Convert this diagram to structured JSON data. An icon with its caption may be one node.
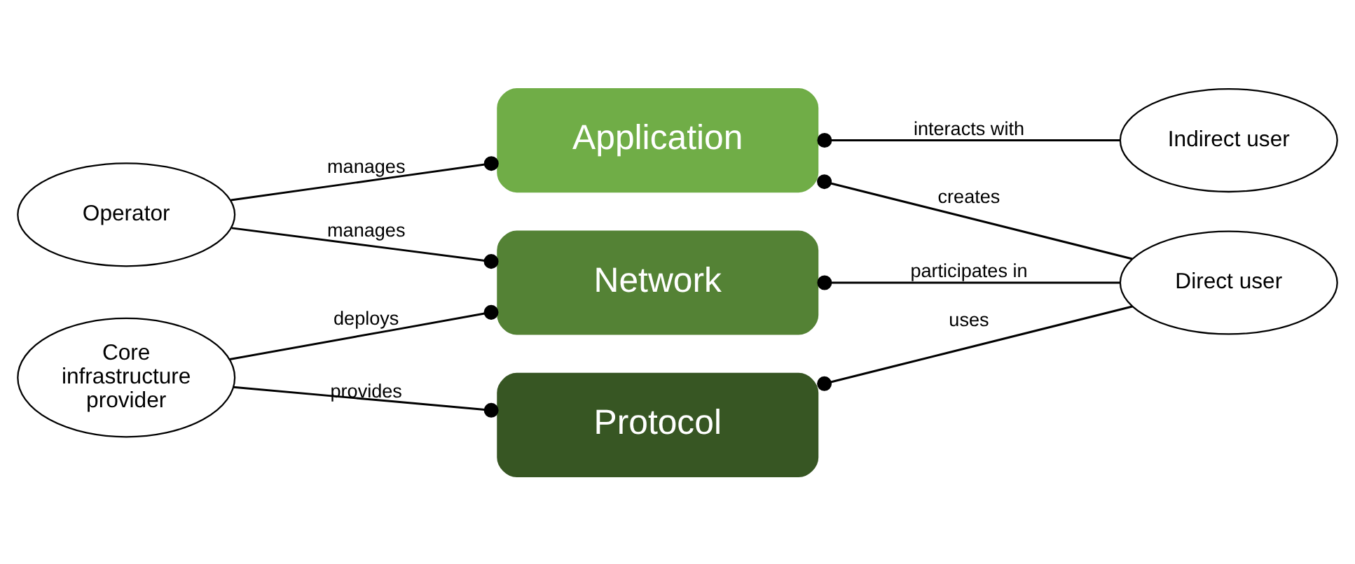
{
  "diagram": {
    "nodes": [
      {
        "text": [
          "Operator"
        ]
      },
      {
        "text": [
          "Application"
        ]
      },
      {
        "text": [
          "Indirect user"
        ]
      },
      {
        "text": [
          "Network"
        ]
      },
      {
        "text": [
          "Core infrastructure provider"
        ]
      },
      {
        "text": [
          "Protocol"
        ]
      },
      {
        "text": [
          "Direct user"
        ]
      }
    ],
    "edges": [
      {
        "from": 0,
        "to": 1,
        "arrow": "other",
        "label": "manages"
      },
      {
        "from": 1,
        "to": 2,
        "arrow": "other",
        "label": "interacts with"
      },
      {
        "from": 0,
        "to": 3,
        "arrow": "other",
        "label": "manages"
      },
      {
        "from": 4,
        "to": 3,
        "arrow": "other",
        "label": "deploys"
      },
      {
        "from": 1,
        "to": 6,
        "arrow": "other",
        "label": "creates"
      },
      {
        "from": 3,
        "to": 6,
        "arrow": "other",
        "label": "participates in"
      },
      {
        "from": 4,
        "to": 5,
        "arrow": "other",
        "label": "provides"
      },
      {
        "from": 5,
        "to": 6,
        "arrow": "other",
        "label": "uses"
      }
    ]
  }
}
